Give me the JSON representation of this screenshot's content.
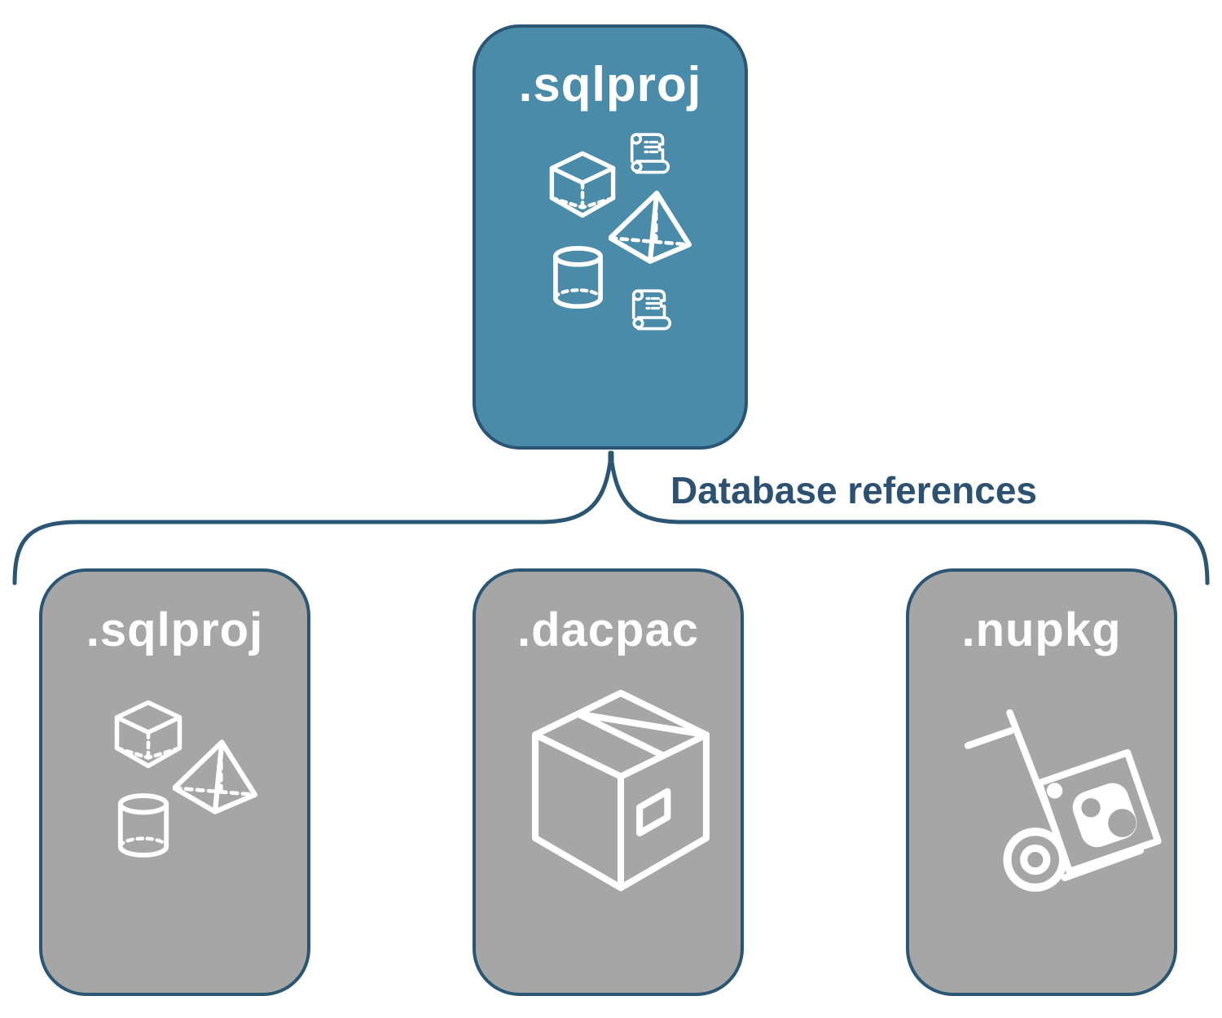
{
  "diagram": {
    "top_box": {
      "label": ".sqlproj",
      "icons": [
        "cube",
        "scroll",
        "pyramid",
        "cylinder",
        "scroll"
      ]
    },
    "connector": {
      "label": "Database references"
    },
    "bottom_boxes": [
      {
        "label": ".sqlproj",
        "icons": [
          "cube",
          "pyramid",
          "cylinder"
        ]
      },
      {
        "label": ".dacpac",
        "icons": [
          "package-box"
        ]
      },
      {
        "label": ".nupkg",
        "icons": [
          "hand-truck-nuget-package"
        ]
      }
    ],
    "colors": {
      "top_box_fill": "#4A8BAA",
      "bottom_box_fill": "#A6A6A6",
      "outline": "#2B5673",
      "connector_text": "#2D5170",
      "icon": "#FFFFFF"
    }
  }
}
